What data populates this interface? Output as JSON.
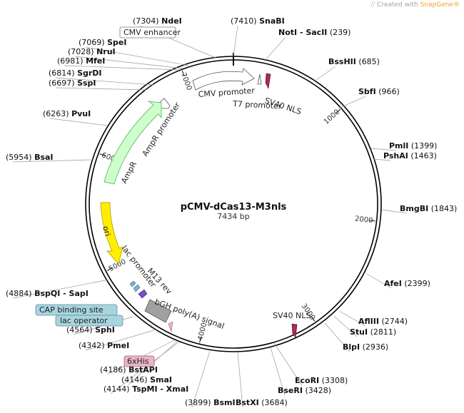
{
  "watermark": {
    "text": "Created with ",
    "brand": "SnapGene®"
  },
  "plasmid": {
    "name": "pCMV-dCas13-M3nls",
    "size_label": "7434 bp",
    "length": 7434
  },
  "ticks": [
    {
      "pos": 1000,
      "label": "1000"
    },
    {
      "pos": 2000,
      "label": "2000"
    },
    {
      "pos": 3000,
      "label": "3000"
    },
    {
      "pos": 4000,
      "label": "4000"
    },
    {
      "pos": 5000,
      "label": "5000"
    },
    {
      "pos": 6000,
      "label": "6000"
    },
    {
      "pos": 7000,
      "label": "7000"
    }
  ],
  "enzymes": [
    {
      "name": "SnaBI",
      "pos_label": "(7410)"
    },
    {
      "name": "NotI - SacII",
      "pos_label": "(239)"
    },
    {
      "name": "BssHII",
      "pos_label": "(685)"
    },
    {
      "name": "SbfI",
      "pos_label": "(966)"
    },
    {
      "name": "PmlI",
      "pos_label": "(1399)"
    },
    {
      "name": "PshAI",
      "pos_label": "(1463)"
    },
    {
      "name": "BmgBI",
      "pos_label": "(1843)"
    },
    {
      "name": "AfeI",
      "pos_label": "(2399)"
    },
    {
      "name": "AflIII",
      "pos_label": "(2744)"
    },
    {
      "name": "StuI",
      "pos_label": "(2811)"
    },
    {
      "name": "BlpI",
      "pos_label": "(2936)"
    },
    {
      "name": "EcoRI",
      "pos_label": "(3308)"
    },
    {
      "name": "BseRI",
      "pos_label": "(3428)"
    },
    {
      "name": "BstXI",
      "pos_label": "(3684)"
    },
    {
      "name": "BsmI",
      "pos_label": "(3899)"
    },
    {
      "name": "TspMI - XmaI",
      "pos_label": "(4144)"
    },
    {
      "name": "SmaI",
      "pos_label": "(4146)"
    },
    {
      "name": "BstAPI",
      "pos_label": "(4186)"
    },
    {
      "name": "PmeI",
      "pos_label": "(4342)"
    },
    {
      "name": "SphI",
      "pos_label": "(4564)"
    },
    {
      "name": "BspQI - SapI",
      "pos_label": "(4884)"
    },
    {
      "name": "BsaI",
      "pos_label": "(5954)"
    },
    {
      "name": "PvuI",
      "pos_label": "(6263)"
    },
    {
      "name": "SspI",
      "pos_label": "(6697)"
    },
    {
      "name": "SgrDI",
      "pos_label": "(6814)"
    },
    {
      "name": "MfeI",
      "pos_label": "(6981)"
    },
    {
      "name": "NruI",
      "pos_label": "(7028)"
    },
    {
      "name": "SpeI",
      "pos_label": "(7069)"
    },
    {
      "name": "NdeI",
      "pos_label": "(7304)"
    }
  ],
  "features": [
    {
      "label": "CMV promoter"
    },
    {
      "label": "T7 promoter"
    },
    {
      "label": "SV40 NLS"
    },
    {
      "label": "AmpR promoter"
    },
    {
      "label": "AmpR"
    },
    {
      "label": "ori"
    },
    {
      "label": "lac promoter"
    },
    {
      "label": "M13 rev"
    },
    {
      "label": "bGH poly(A) signal"
    },
    {
      "label": "SV40 NLS"
    }
  ],
  "boxed_labels": [
    {
      "label": "CMV enhancer"
    },
    {
      "label": "CAP binding site"
    },
    {
      "label": "lac operator"
    },
    {
      "label": "6xHis"
    }
  ],
  "colors": {
    "backbone": "#000000",
    "ampr": "#ccffcc",
    "ampr_stroke": "#66bb66",
    "ori": "#ffee00",
    "ori_stroke": "#b8a800",
    "promoter": "#ffffff",
    "nls": "#a0305a",
    "bgh": "#a0a0a0",
    "cap_box": "#a8d4e0",
    "his_box": "#e8b4c8",
    "lac_op": "#7fb3c9",
    "m13": "#7a4fc0"
  }
}
